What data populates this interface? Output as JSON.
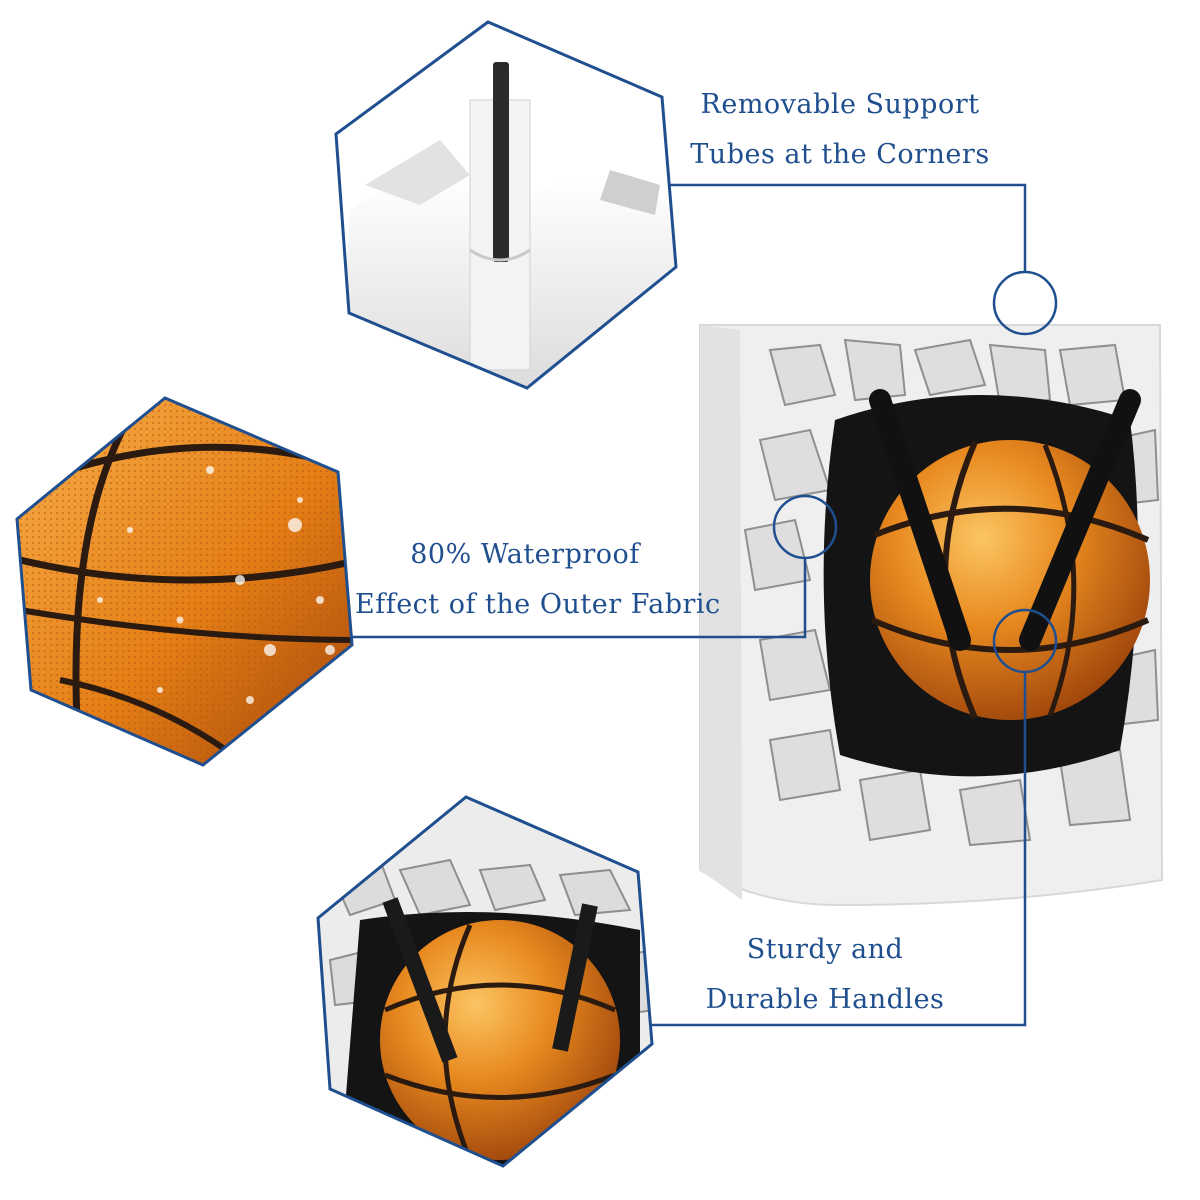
{
  "colors": {
    "accent": "#1f4f8f",
    "ball_orange": "#e8891f",
    "ball_dark": "#b5520e",
    "seam": "#2b1a10",
    "wall": "#e9e9e9",
    "wall_shadow": "#9a9a9a"
  },
  "features": [
    {
      "line1": "Removable Support",
      "line2": "Tubes at the Corners"
    },
    {
      "line1": "80% Waterproof",
      "line2": "Effect of the Outer Fabric"
    },
    {
      "line1": "Sturdy and",
      "line2": "Durable Handles"
    }
  ],
  "icons": [
    "support-tube-closeup",
    "waterproof-fabric-closeup",
    "handle-closeup",
    "basketball-hamper-product"
  ]
}
